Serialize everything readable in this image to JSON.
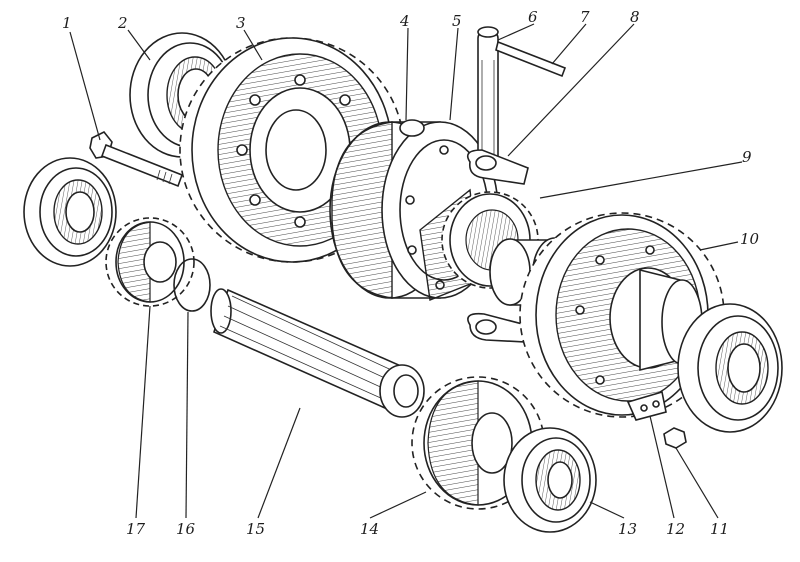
{
  "drawing": {
    "ink_color": "#222222",
    "paper_color": "#ffffff"
  },
  "callouts": [
    {
      "id": "1",
      "label": "1"
    },
    {
      "id": "2",
      "label": "2"
    },
    {
      "id": "3",
      "label": "3"
    },
    {
      "id": "4",
      "label": "4"
    },
    {
      "id": "5",
      "label": "5"
    },
    {
      "id": "6",
      "label": "6"
    },
    {
      "id": "7",
      "label": "7"
    },
    {
      "id": "8",
      "label": "8"
    },
    {
      "id": "9",
      "label": "9"
    },
    {
      "id": "10",
      "label": "10"
    },
    {
      "id": "11",
      "label": "11"
    },
    {
      "id": "12",
      "label": "12"
    },
    {
      "id": "13",
      "label": "13"
    },
    {
      "id": "14",
      "label": "14"
    },
    {
      "id": "15",
      "label": "15"
    },
    {
      "id": "16",
      "label": "16"
    },
    {
      "id": "17",
      "label": "17"
    }
  ]
}
